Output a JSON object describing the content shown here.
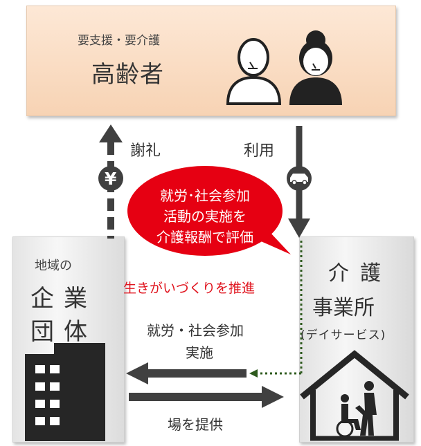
{
  "elderly": {
    "subtitle": "要支援・要介護",
    "title": "高齢者"
  },
  "organization": {
    "line1": "地域の",
    "line2": "企業",
    "line3": "団体"
  },
  "facility": {
    "line1": "介護",
    "line2": "事業所",
    "line3": "(デイサービス)"
  },
  "arrows": {
    "thanks_label": "謝礼",
    "use_label": "利用",
    "implement_label_1": "就労・社会参加",
    "implement_label_2": "実施",
    "provide_label": "場を提供",
    "yen_symbol": "¥"
  },
  "bubble": {
    "line1": "就労･社会参加",
    "line2": "活動の実施を",
    "line3": "介護報酬で評価"
  },
  "promotion": "生きがいづくりを推進",
  "colors": {
    "accent_red": "#e60012",
    "dark_gray": "#404040",
    "dotted_green": "#2e5a1e",
    "elderly_bg": "#fbe0c8"
  },
  "icons": [
    "elderly-man-icon",
    "elderly-woman-icon",
    "yen-icon",
    "car-icon",
    "office-building-icon",
    "care-house-wheelchair-icon"
  ]
}
